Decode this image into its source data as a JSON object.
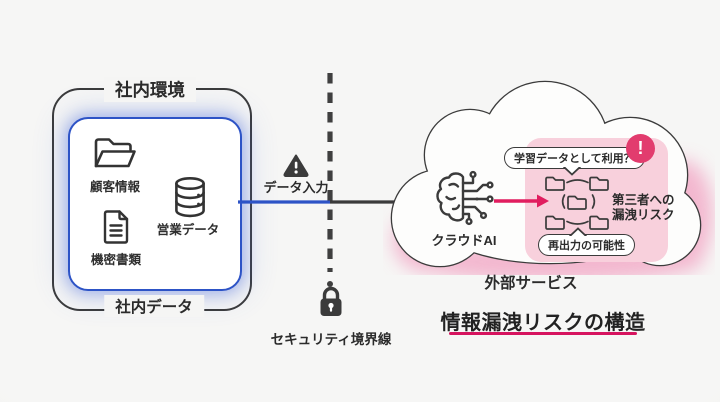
{
  "colors": {
    "accent_pink": "#e11d5f",
    "badge_pink": "#e23c6e",
    "accent_blue": "#2d53c6",
    "stroke_dark": "#3b3b3b",
    "panel_pink": "#f8d0dc"
  },
  "internal_env": {
    "title": "社内環境",
    "footer": "社内データ",
    "items": [
      {
        "icon": "open-folder-icon",
        "label": "顧客情報"
      },
      {
        "icon": "database-icon",
        "label": "営業データ"
      },
      {
        "icon": "document-icon",
        "label": "機密書類"
      }
    ]
  },
  "boundary": {
    "data_input_label": "データ入力",
    "label": "セキュリティ境界線"
  },
  "cloud": {
    "ai_label": "クラウドAI",
    "service_label": "外部サービス",
    "risk_panel": {
      "top_bubble": "学習データとして利用？",
      "badge": "!",
      "side_text": [
        "第三者への",
        "漏洩リスク"
      ],
      "bottom_bubble": "再出力の可能性"
    }
  },
  "caption": {
    "title": "情報漏洩リスクの構造"
  }
}
